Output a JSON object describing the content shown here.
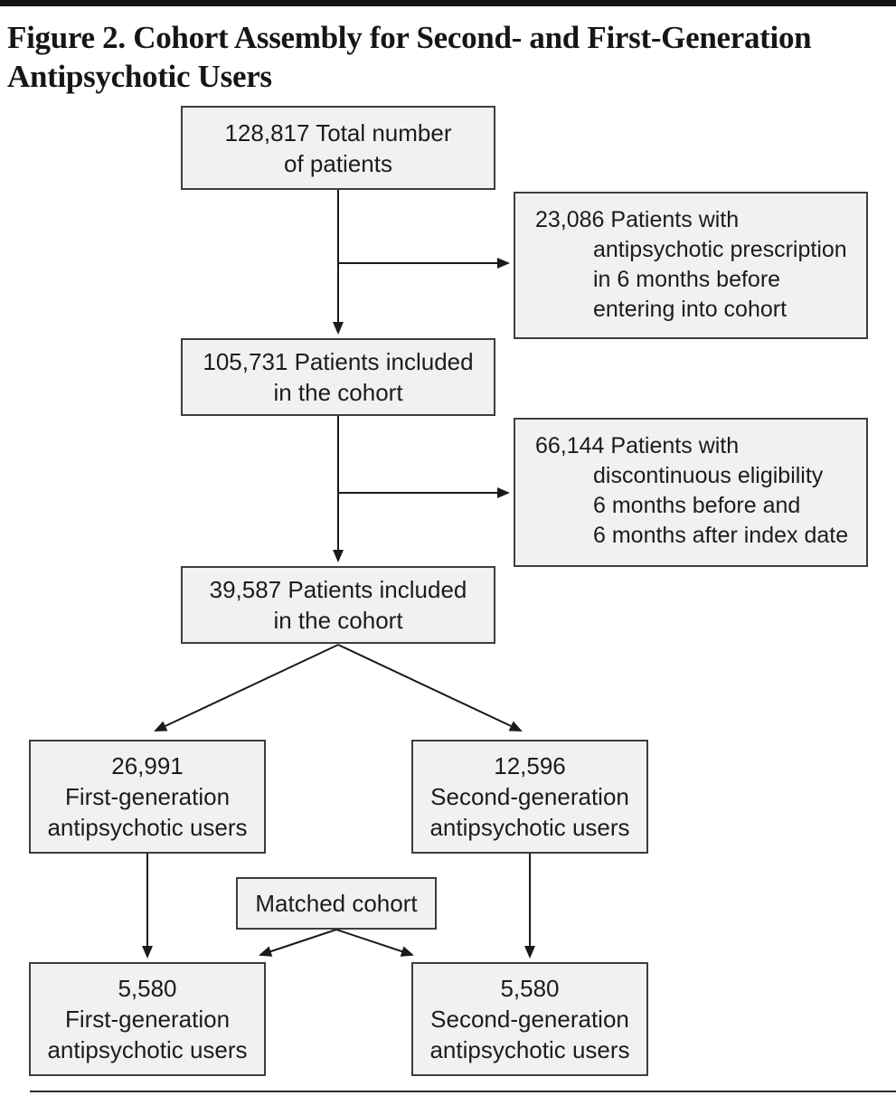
{
  "title": {
    "line1": "Figure 2. Cohort Assembly for Second- and First-Generation",
    "line2": "Antipsychotic Users"
  },
  "boxes": {
    "total": {
      "lines": [
        "128,817 Total number",
        "of patients"
      ]
    },
    "excluded_rx": {
      "first_line": "23,086 Patients with",
      "indent_lines": [
        "antipsychotic prescription",
        "in 6 months before",
        "entering into cohort"
      ]
    },
    "cohort1": {
      "lines": [
        "105,731 Patients included",
        "in the cohort"
      ]
    },
    "excluded_eligibility": {
      "first_line": "66,144 Patients with",
      "indent_lines": [
        "discontinuous eligibility",
        "6 months before and",
        "6 months after index date"
      ]
    },
    "cohort2": {
      "lines": [
        "39,587 Patients included",
        "in the cohort"
      ]
    },
    "fga": {
      "lines": [
        "26,991",
        "First-generation",
        "antipsychotic users"
      ]
    },
    "sga": {
      "lines": [
        "12,596",
        "Second-generation",
        "antipsychotic users"
      ]
    },
    "matched": {
      "label": "Matched cohort"
    },
    "fga_matched": {
      "lines": [
        "5,580",
        "First-generation",
        "antipsychotic users"
      ]
    },
    "sga_matched": {
      "lines": [
        "5,580",
        "Second-generation",
        "antipsychotic users"
      ]
    }
  },
  "colors": {
    "box_fill": "#f1f1f1",
    "box_border": "#3d3d3d",
    "arrow_line": "#1a1a1a",
    "text": "#1c1c1c",
    "rule": "#141414"
  }
}
